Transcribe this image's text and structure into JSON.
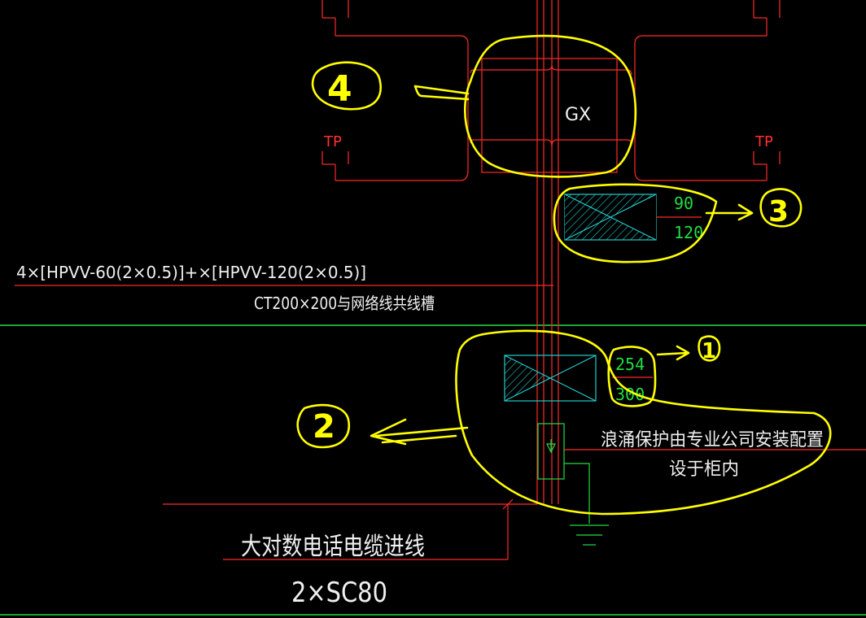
{
  "labels": {
    "gx": "GX",
    "tp_left": "TP",
    "tp_right": "TP",
    "cable_spec": "4×[HPVV-60(2×0.5)]+×[HPVV-120(2×0.5)]",
    "trunking": "CT200×200与网络线共线槽",
    "upper_box_top": "90",
    "upper_box_bottom": "120",
    "lower_box_top": "254",
    "lower_box_bottom": "300",
    "surge_note_line1": "浪涌保护由专业公司安装配置",
    "surge_note_line2": "设于柜内",
    "incoming": "大对数电话电缆进线",
    "conduit": "2×SC80"
  },
  "annotations": {
    "n1": "1",
    "n2": "2",
    "n3": "3",
    "n4": "4"
  },
  "colors": {
    "background": "#000000",
    "red_line": "#ff2a2a",
    "green_line": "#22dd44",
    "cyan_box": "#22cccc",
    "highlight": "#ffff00",
    "text": "#f0f0f0"
  }
}
